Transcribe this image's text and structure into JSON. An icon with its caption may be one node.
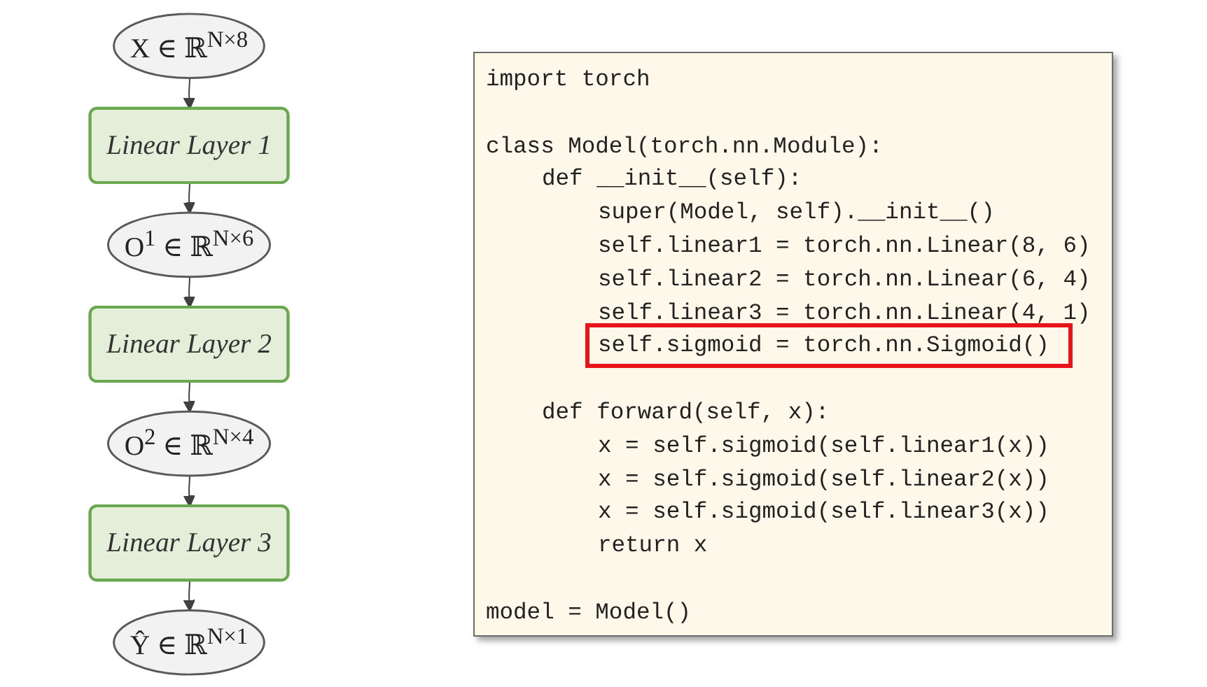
{
  "diagram": {
    "nodes": [
      {
        "text": [
          "X ∈ ℝ$^{N×8}$"
        ]
      },
      {
        "text": [
          "Linear Layer 1"
        ]
      },
      {
        "text": [
          "O$^{1}$ ∈ ℝ$^{N×6}$"
        ]
      },
      {
        "text": [
          "Linear Layer 2"
        ]
      },
      {
        "text": [
          "O$^{2}$ ∈ ℝ$^{N×4}$"
        ]
      },
      {
        "text": [
          "Linear Layer 3"
        ]
      },
      {
        "text": [
          "Ŷ ∈ ℝ$^{N×1}$"
        ]
      }
    ],
    "edges": [
      {
        "from": 0,
        "to": 1,
        "arrow": "to"
      },
      {
        "from": 1,
        "to": 2,
        "arrow": "to"
      },
      {
        "from": 2,
        "to": 3,
        "arrow": "to"
      },
      {
        "from": 3,
        "to": 4,
        "arrow": "to"
      },
      {
        "from": 4,
        "to": 5,
        "arrow": "to"
      },
      {
        "from": 5,
        "to": 6,
        "arrow": "to"
      }
    ],
    "labels": [
      "import torch",
      "class Model(torch.nn.Module):",
      "def __init__(self):",
      "super(Model, self).__init__()",
      "self.linear1 = torch.nn.Linear(8, 6)",
      "self.linear2 = torch.nn.Linear(6, 4)",
      "self.linear3 = torch.nn.Linear(4, 1)",
      "self.sigmoid = torch.nn.Sigmoid()",
      "def forward(self, x):",
      "x = self.sigmoid(self.linear1(x))",
      "x = self.sigmoid(self.linear2(x))",
      "x = self.sigmoid(self.linear3(x))",
      "return x",
      "model = Model()"
    ]
  }
}
